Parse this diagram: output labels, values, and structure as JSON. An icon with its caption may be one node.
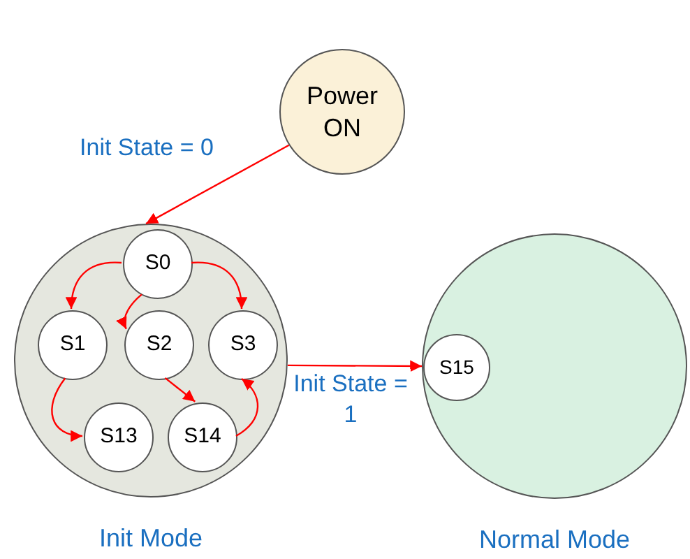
{
  "diagram": {
    "nodes": [
      {
        "text": [
          "Power ON"
        ]
      },
      {
        "text": [
          "Init Mode"
        ]
      },
      {
        "text": [
          "S0"
        ],
        "in": 1
      },
      {
        "text": [
          "S1"
        ],
        "in": 1
      },
      {
        "text": [
          "S2"
        ],
        "in": 1
      },
      {
        "text": [
          "S3"
        ],
        "in": 1
      },
      {
        "text": [
          "S13"
        ],
        "in": 1
      },
      {
        "text": [
          "S14"
        ],
        "in": 1
      },
      {
        "text": [
          "Normal Mode"
        ]
      },
      {
        "text": [
          "S15"
        ],
        "in": 8
      }
    ],
    "edges": [
      {
        "from": 0,
        "to": 1,
        "arrow": "to",
        "label": "Init State = 0"
      },
      {
        "from": 2,
        "to": 3,
        "arrow": "to"
      },
      {
        "from": 2,
        "to": 4,
        "arrow": "to"
      },
      {
        "from": 2,
        "to": 5,
        "arrow": "to"
      },
      {
        "from": 3,
        "to": 6,
        "arrow": "to"
      },
      {
        "from": 4,
        "to": 7,
        "arrow": "to"
      },
      {
        "from": 7,
        "to": 5,
        "arrow": "to"
      },
      {
        "from": 1,
        "to": 9,
        "arrow": "to",
        "label": "Init State = 1"
      }
    ]
  }
}
